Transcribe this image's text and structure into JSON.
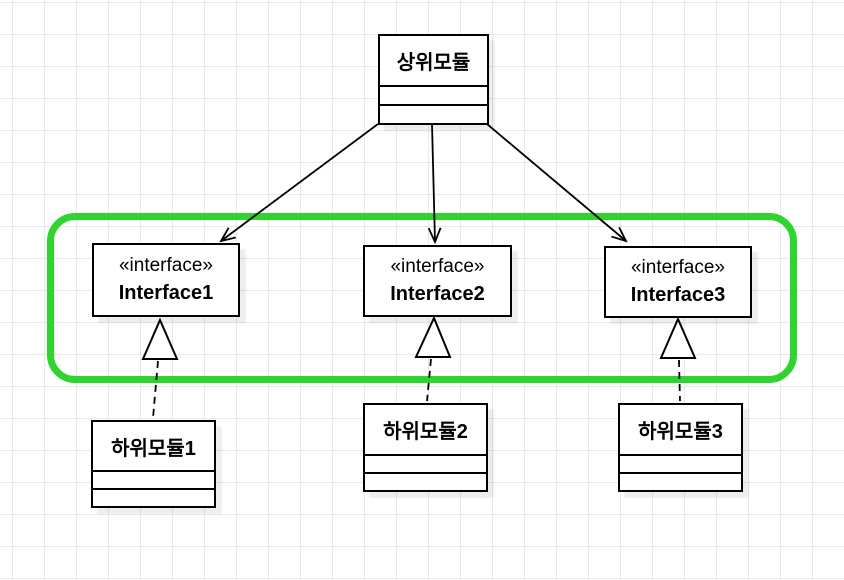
{
  "diagram": {
    "type": "uml-class-diagram",
    "highlight_color": "#2fd42f",
    "grid_color": "#e9e9e9",
    "nodes": {
      "parent": {
        "title": "상위모듈"
      },
      "interface1": {
        "stereotype": "«interface»",
        "name": "Interface1"
      },
      "interface2": {
        "stereotype": "«interface»",
        "name": "Interface2"
      },
      "interface3": {
        "stereotype": "«interface»",
        "name": "Interface3"
      },
      "sub1": {
        "title": "하위모듈1"
      },
      "sub2": {
        "title": "하위모듈2"
      },
      "sub3": {
        "title": "하위모듈3"
      }
    },
    "edges": {
      "dependencies": [
        {
          "from": "상위모듈",
          "to": "Interface1",
          "style": "solid-open-arrow"
        },
        {
          "from": "상위모듈",
          "to": "Interface2",
          "style": "solid-open-arrow"
        },
        {
          "from": "상위모듈",
          "to": "Interface3",
          "style": "solid-open-arrow"
        }
      ],
      "realizations": [
        {
          "from": "하위모듈1",
          "to": "Interface1",
          "style": "dashed-hollow-triangle"
        },
        {
          "from": "하위모듈2",
          "to": "Interface2",
          "style": "dashed-hollow-triangle"
        },
        {
          "from": "하위모듈3",
          "to": "Interface3",
          "style": "dashed-hollow-triangle"
        }
      ]
    }
  }
}
